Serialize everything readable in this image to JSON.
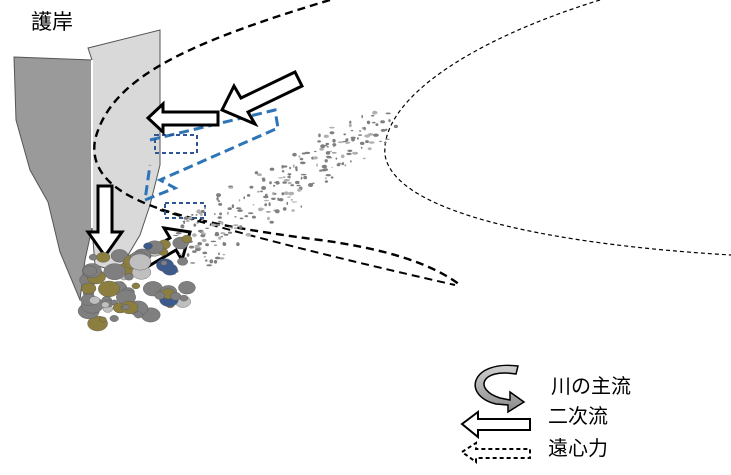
{
  "diagram": {
    "title": "護岸",
    "legend": [
      {
        "icon": "curved-arrow-icon",
        "label": "川の主流"
      },
      {
        "icon": "hollow-arrow-icon",
        "label": "二次流"
      },
      {
        "icon": "dashed-arrow-icon",
        "label": "遠心力"
      }
    ],
    "colors": {
      "revetment_face": "#9a9a9a",
      "revetment_shade": "#d9d9d9",
      "centrifugal_blue": "#2e75b6",
      "secondary_flow_blue": "#2f5597",
      "gravel_gray": "#7f7f7f",
      "gravel_olive": "#8c7e3e",
      "gravel_blue": "#3c5a8c",
      "main_flow_line": "#000000"
    }
  }
}
